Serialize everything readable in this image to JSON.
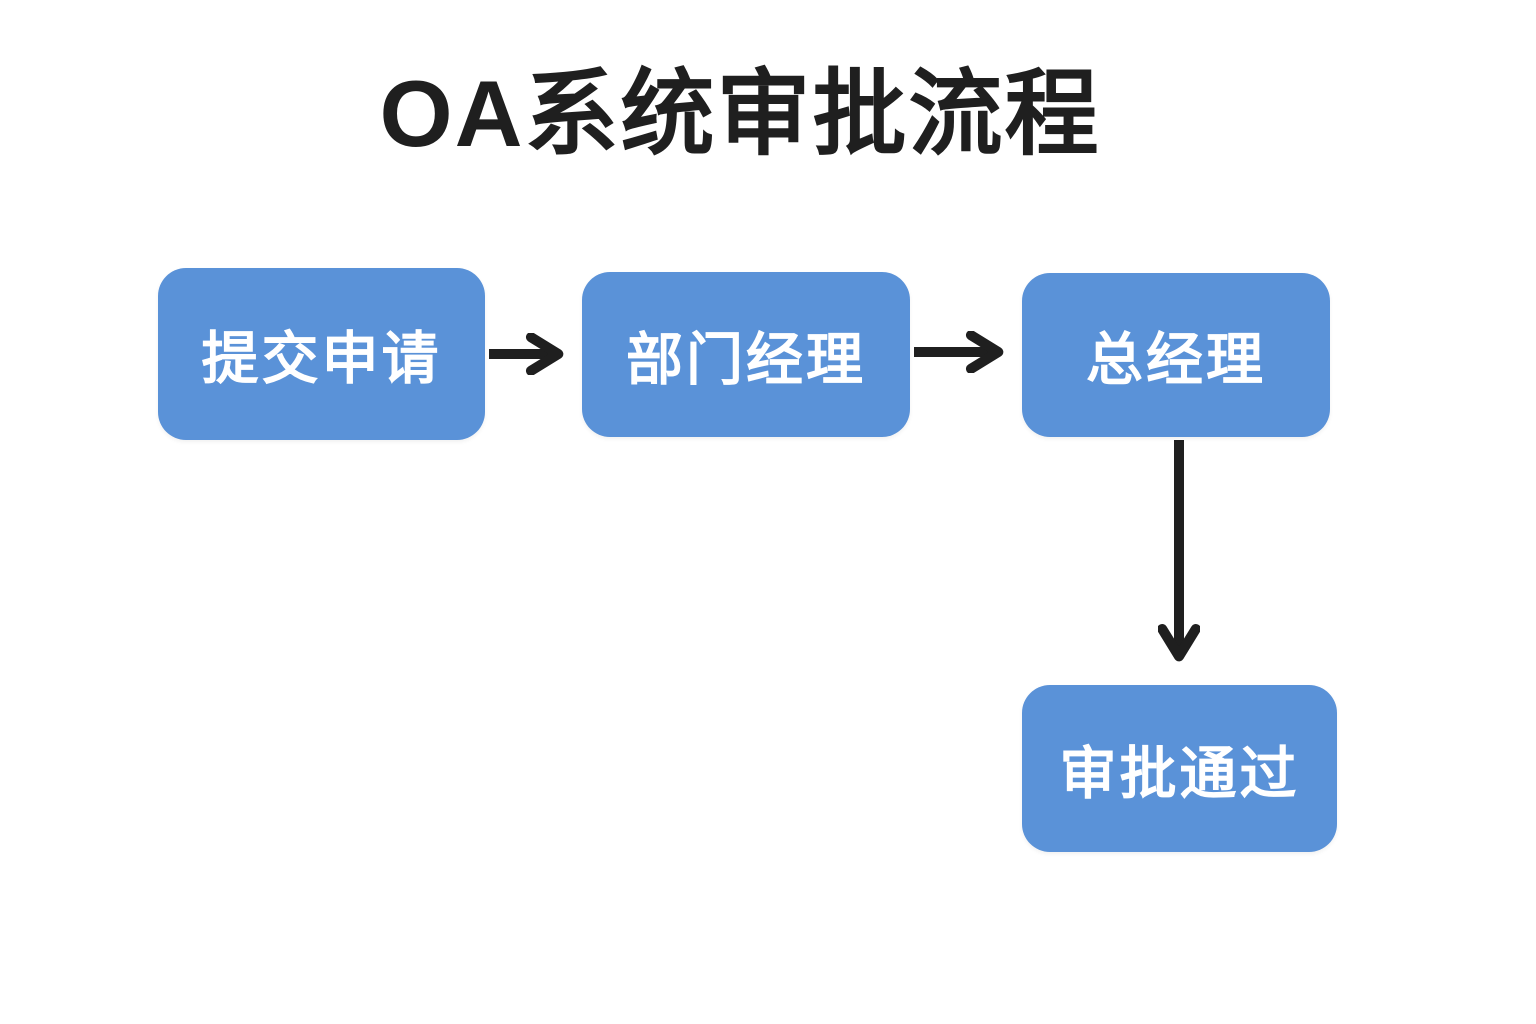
{
  "title": "OA系统审批流程",
  "colors": {
    "node_fill": "#5a92d8",
    "node_text": "#ffffff",
    "arrow": "#1f1f1f",
    "title_text": "#1f1f1f",
    "background": "#ffffff"
  },
  "diagram": {
    "type": "flowchart",
    "nodes": [
      {
        "id": "submit",
        "label": "提交申请"
      },
      {
        "id": "dept-manager",
        "label": "部门经理"
      },
      {
        "id": "general-manager",
        "label": "总经理"
      },
      {
        "id": "approved",
        "label": "审批通过"
      }
    ],
    "edges": [
      {
        "from": "submit",
        "to": "dept-manager",
        "direction": "right"
      },
      {
        "from": "dept-manager",
        "to": "general-manager",
        "direction": "right"
      },
      {
        "from": "general-manager",
        "to": "approved",
        "direction": "down"
      }
    ]
  }
}
